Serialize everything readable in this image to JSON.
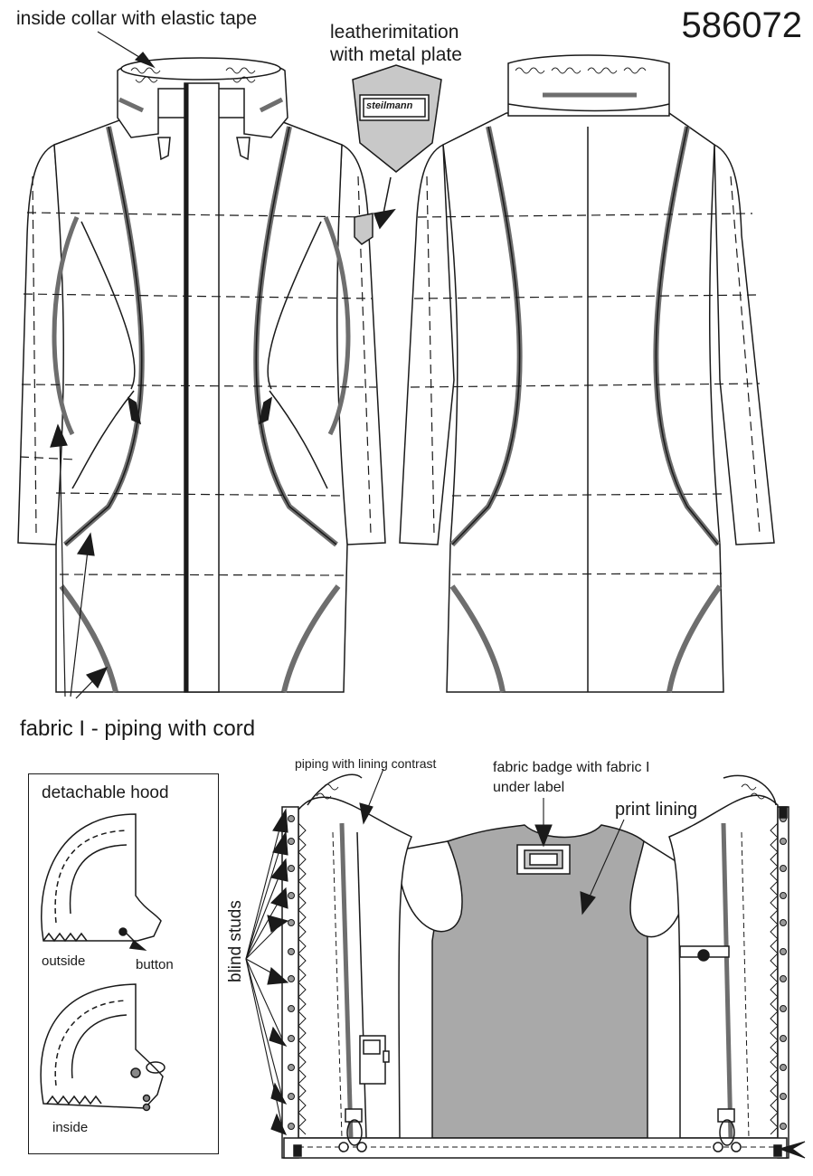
{
  "sheet": {
    "style_number": "586072",
    "labels": {
      "collar": "inside collar with elastic tape",
      "badge_line1": "leatherimitation",
      "badge_line2": "with metal plate",
      "badge_text": "steilmann",
      "piping": "fabric I - piping with cord",
      "hood_title": "detachable hood",
      "hood_outside": "outside",
      "hood_button": "button",
      "hood_inside": "inside",
      "piping_lining": "piping with lining contrast",
      "fabric_badge_line1": "fabric badge with fabric I",
      "fabric_badge_line2": "under label",
      "print_lining": "print lining",
      "blind_studs": "blind studs"
    },
    "colors": {
      "ink": "#1a1a1a",
      "piping": "#6e6e6e",
      "lining": "#a9a9a9",
      "badge": "#c8c8c8"
    }
  }
}
